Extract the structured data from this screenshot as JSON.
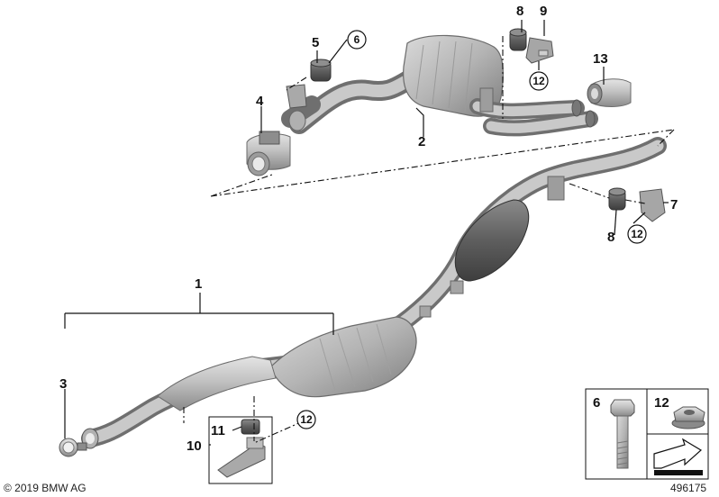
{
  "callouts": {
    "c1": "1",
    "c2": "2",
    "c3": "3",
    "c4": "4",
    "c5": "5",
    "c6": "6",
    "c7": "7",
    "c8a": "8",
    "c8b": "8",
    "c9": "9",
    "c10": "10",
    "c11": "11",
    "c12a": "12",
    "c12b": "12",
    "c12c": "12",
    "c13": "13"
  },
  "legend": {
    "bolt_label": "6",
    "nut_label": "12"
  },
  "footer": {
    "copyright": "© 2019 BMW AG",
    "diagram_id": "496175"
  }
}
